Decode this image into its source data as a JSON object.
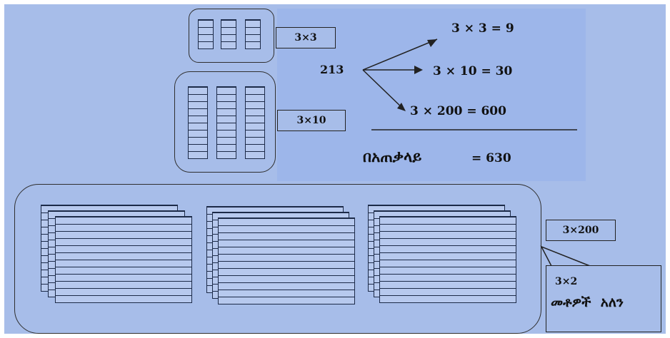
{
  "labels": {
    "ones": "3×3",
    "tens": "3×10",
    "hundreds": "3×200"
  },
  "number": "213",
  "equations": [
    "3 × 3 = 9",
    "3 × 10 = 30",
    "3 × 200 = 600"
  ],
  "total": {
    "word": "በአጠቃላይ",
    "value": "= 630"
  },
  "callout": {
    "expr": "3×2",
    "text": "መቶዎች  አለን"
  },
  "colors": {
    "background": "#a7bde9",
    "panel": "#9db6ea",
    "cube_fill": "#b7c9ee",
    "cube_edge": "#1c2a48"
  }
}
